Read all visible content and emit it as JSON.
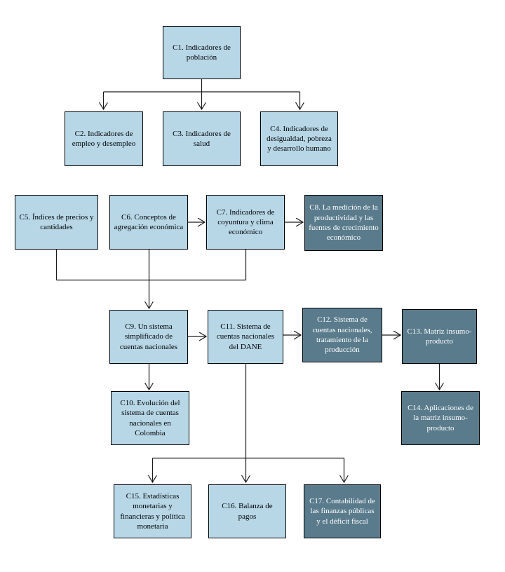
{
  "diagram": {
    "type": "flowchart",
    "language": "es"
  },
  "colors": {
    "light_node_fill": "#b7d7e7",
    "dark_node_fill": "#597b8c",
    "node_border": "#000000",
    "connector": "#1a1a1a",
    "light_node_text": "#000000",
    "dark_node_text": "#ffffff",
    "background": "#ffffff"
  },
  "nodes": {
    "c1": {
      "label": "C1. Indicadores de población",
      "variant": "light"
    },
    "c2": {
      "label": "C2. Indicadores de empleo y desempleo",
      "variant": "light"
    },
    "c3": {
      "label": "C3. Indicadores de salud",
      "variant": "light"
    },
    "c4": {
      "label": "C4. Indicadores de desigualdad, pobreza y desarrollo humano",
      "variant": "light"
    },
    "c5": {
      "label": "C5. Índices de precios y cantidades",
      "variant": "light"
    },
    "c6": {
      "label": "C6. Conceptos de agregación económica",
      "variant": "light"
    },
    "c7": {
      "label": "C7. Indicadores de coyuntura y clima económico",
      "variant": "light"
    },
    "c8": {
      "label": "C8. La medición de la productividad y las fuentes de crecimiento económico",
      "variant": "dark"
    },
    "c9": {
      "label": "C9. Un sistema simplificado de cuentas nacionales",
      "variant": "light"
    },
    "c10": {
      "label": "C10. Evolución del sistema de cuentas nacionales en Colombia",
      "variant": "light"
    },
    "c11": {
      "label": "C11. Sistema de cuentas nacionales del DANE",
      "variant": "light"
    },
    "c12": {
      "label": "C12. Sistema de cuentas nacionales, tratamiento de la producción",
      "variant": "dark"
    },
    "c13": {
      "label": "C13. Matriz insumo-producto",
      "variant": "dark"
    },
    "c14": {
      "label": "C14. Aplicaciones de la matriz insumo-producto",
      "variant": "dark"
    },
    "c15": {
      "label": "C15. Estadísticas monetarias y financieras y política monetaria",
      "variant": "light"
    },
    "c16": {
      "label": "C16. Balanza de pagos",
      "variant": "light"
    },
    "c17": {
      "label": "C17. Contabilidad de las finanzas públicas y el déficit fiscal",
      "variant": "dark"
    }
  },
  "edges": [
    {
      "from": "c1",
      "to": "c2"
    },
    {
      "from": "c1",
      "to": "c3"
    },
    {
      "from": "c1",
      "to": "c4"
    },
    {
      "from": "c6",
      "to": "c7"
    },
    {
      "from": "c7",
      "to": "c8"
    },
    {
      "from": "c5",
      "to": "c9"
    },
    {
      "from": "c6",
      "to": "c9"
    },
    {
      "from": "c7",
      "to": "c9"
    },
    {
      "from": "c9",
      "to": "c11"
    },
    {
      "from": "c9",
      "to": "c10"
    },
    {
      "from": "c11",
      "to": "c12"
    },
    {
      "from": "c12",
      "to": "c13"
    },
    {
      "from": "c13",
      "to": "c14"
    },
    {
      "from": "c11",
      "to": "c15"
    },
    {
      "from": "c11",
      "to": "c16"
    },
    {
      "from": "c11",
      "to": "c17"
    }
  ]
}
